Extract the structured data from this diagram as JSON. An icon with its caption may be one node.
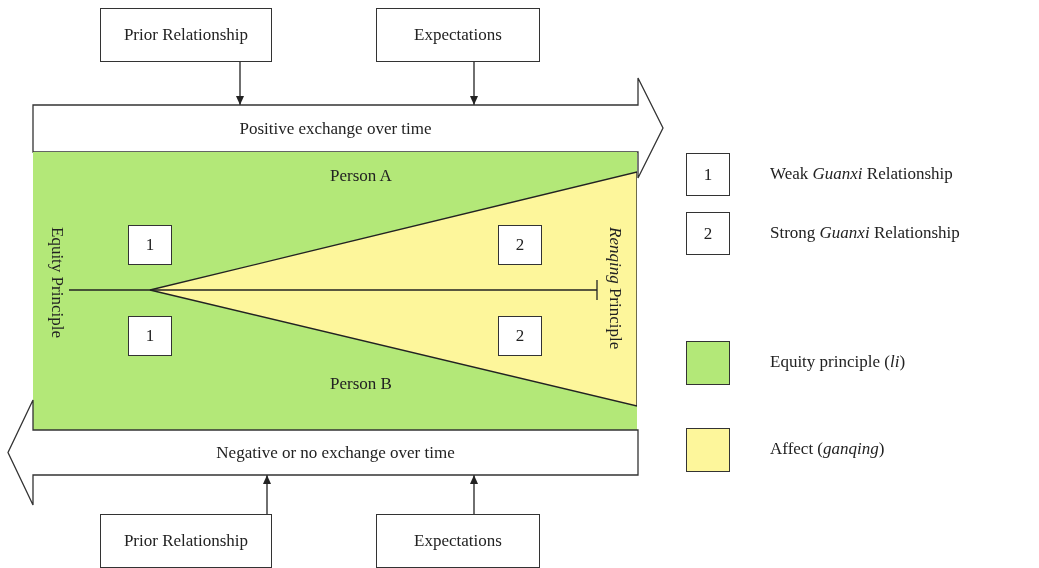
{
  "diagram": {
    "nodes": [
      {
        "text": [
          "Prior Relationship"
        ]
      },
      {
        "text": [
          "Expectations"
        ]
      },
      {
        "text": [
          "Positive exchange over time"
        ]
      },
      {
        "text": [],
        "shape": "box"
      },
      {
        "text": [
          "1"
        ],
        "in": 3
      },
      {
        "text": [
          "2"
        ],
        "in": 3
      },
      {
        "text": [
          "1"
        ],
        "in": 3
      },
      {
        "text": [
          "2"
        ],
        "in": 3
      },
      {
        "text": [
          "Negative or no exchange over time"
        ]
      },
      {
        "text": [
          "Prior Relationship"
        ]
      },
      {
        "text": [
          "Expectations"
        ]
      },
      {
        "text": [
          "1"
        ],
        "beside": [
          "Weak *Guanxi* Relationship"
        ]
      },
      {
        "text": [
          "2"
        ],
        "beside": [
          "Strong *Guanxi* Relationship"
        ]
      }
    ],
    "edges": [
      {
        "from": 0,
        "to": 2,
        "arrow": "to"
      },
      {
        "from": 1,
        "to": 2,
        "arrow": "to"
      },
      {
        "from": 9,
        "to": 8,
        "arrow": "to"
      },
      {
        "from": 10,
        "to": 8,
        "arrow": "to"
      }
    ],
    "labels": [
      "Person A",
      "Equity Principle",
      "*Renqing* Principle",
      "Person B"
    ],
    "legend": [
      {
        "text": "Equity principle (*li*)",
        "color": "#b3e878"
      },
      {
        "text": "Affect (*ganqing*)",
        "color": "#fdf69b"
      }
    ]
  }
}
